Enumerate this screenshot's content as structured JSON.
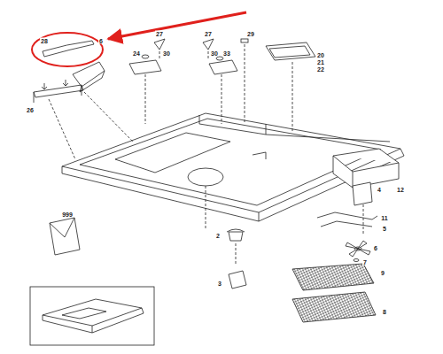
{
  "diagram": {
    "labels": [
      "28",
      "6",
      "27",
      "24",
      "30",
      "27",
      "29",
      "30",
      "33",
      "20",
      "21",
      "22",
      "26",
      "12",
      "4",
      "999",
      "11",
      "5",
      "2",
      "6",
      "7",
      "9",
      "3",
      "8"
    ]
  }
}
